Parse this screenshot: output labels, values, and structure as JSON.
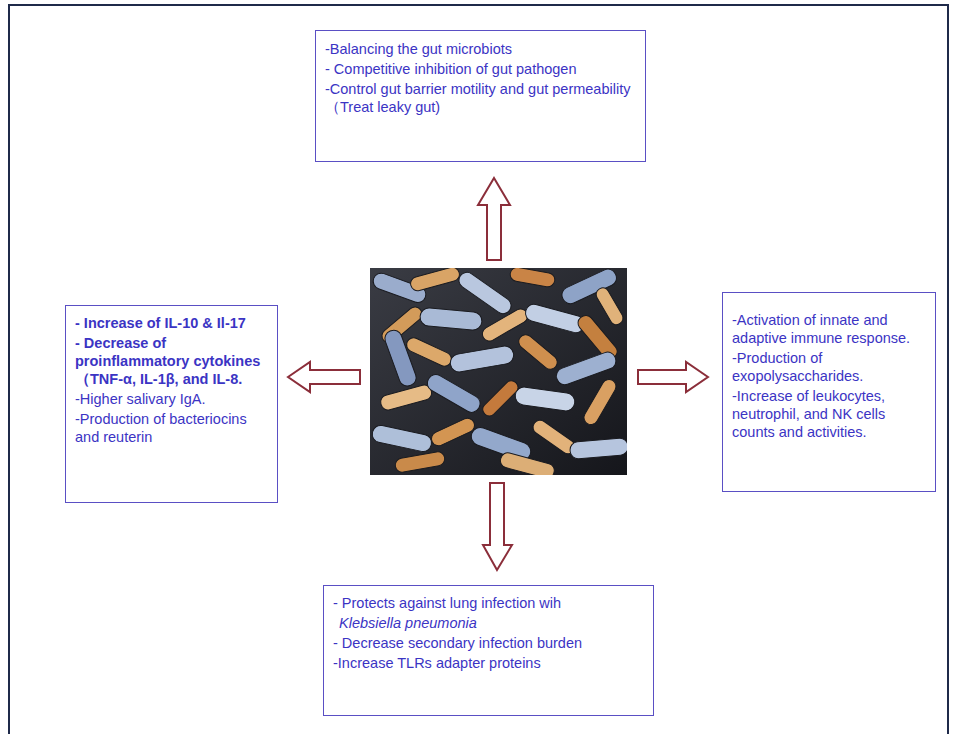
{
  "diagram": {
    "nodes": [
      {
        "text": [
          "-Balancing the gut microbiots",
          "- Competitive inhibition of gut pathogen",
          "-Control gut barrier motility and gut permeability（Treat leaky gut)"
        ]
      },
      {
        "text": [
          "- Increase of IL-10  & Il-17",
          "- Decrease of proinflammatory cytokines（TNF-α, IL-1β, and IL-8.",
          "-Higher salivary IgA.",
          "-Production of bacteriocins and reuterin"
        ]
      },
      {
        "text": [
          "-Activation of innate and adaptive immune response.",
          "-Production of exopolysaccharides.",
          "-Increase of leukocytes, neutrophil, and NK cells counts and activities."
        ]
      },
      {
        "text": [
          "- Protects against lung infection wih",
          "Klebsiella pneumonia",
          "- Decrease secondary infection burden",
          "-Increase TLRs adapter proteins"
        ]
      }
    ]
  }
}
